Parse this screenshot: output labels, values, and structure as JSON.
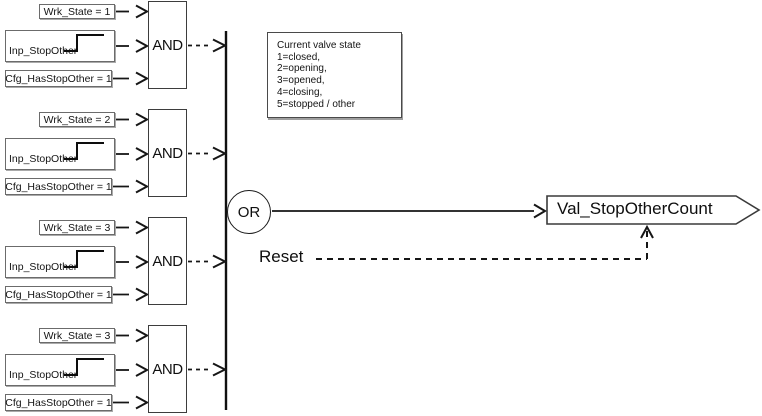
{
  "diagram": {
    "groups": [
      {
        "wrk_state": "Wrk_State = 1",
        "inp": "Inp_StopOther",
        "cfg": "Cfg_HasStopOther = 1",
        "gate": "AND"
      },
      {
        "wrk_state": "Wrk_State = 2",
        "inp": "Inp_StopOther",
        "cfg": "Cfg_HasStopOther = 1",
        "gate": "AND"
      },
      {
        "wrk_state": "Wrk_State = 3",
        "inp": "Inp_StopOther",
        "cfg": "Cfg_HasStopOther = 1",
        "gate": "AND"
      },
      {
        "wrk_state": "Wrk_State = 3",
        "inp": "Inp_StopOther",
        "cfg": "Cfg_HasStopOther = 1",
        "gate": "AND"
      }
    ],
    "or_gate": "OR",
    "reset_label": "Reset",
    "output_tag": "Val_StopOtherCount",
    "comment": {
      "title": "Current valve state",
      "lines": [
        "1=closed,",
        "2=opening,",
        "3=opened,",
        "4=closing,",
        "5=stopped / other"
      ]
    },
    "colors": {
      "line": "#161616",
      "label_box_border": "#6b6b6b",
      "gate_box_border": "#3d3d3d",
      "background": "#ffffff"
    }
  }
}
